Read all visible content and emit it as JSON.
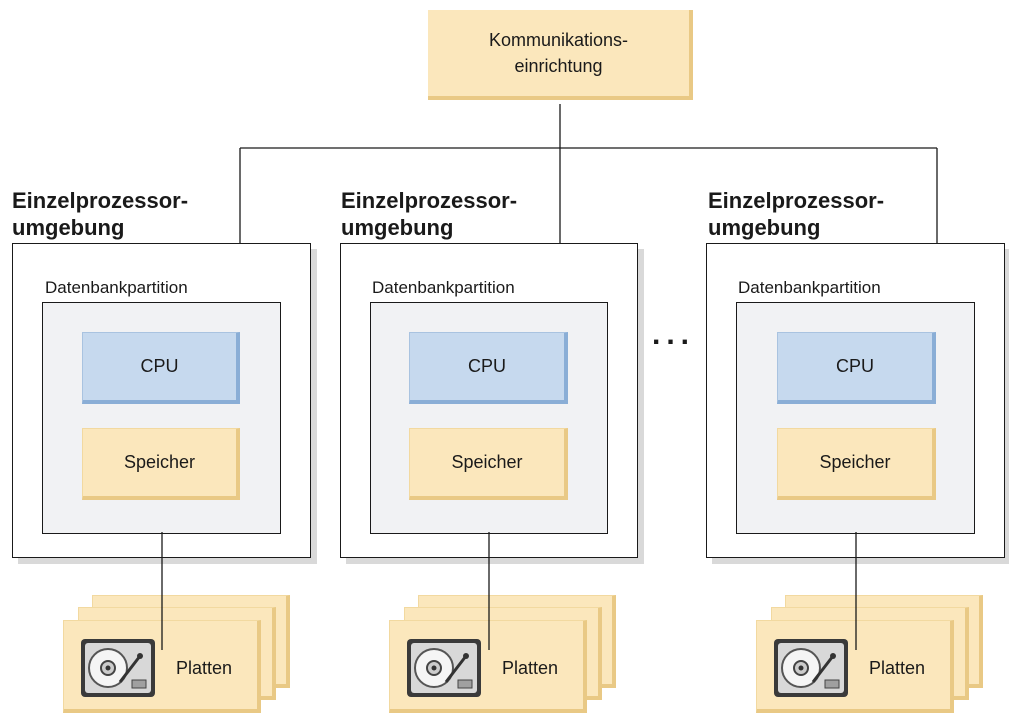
{
  "communication": {
    "line1": "Kommunikations-",
    "line2": "einrichtung"
  },
  "environments": [
    {
      "title_line1": "Einzelprozessor-",
      "title_line2": "umgebung",
      "partition_label": "Datenbankpartition",
      "cpu_label": "CPU",
      "memory_label": "Speicher",
      "disk_label": "Platten"
    },
    {
      "title_line1": "Einzelprozessor-",
      "title_line2": "umgebung",
      "partition_label": "Datenbankpartition",
      "cpu_label": "CPU",
      "memory_label": "Speicher",
      "disk_label": "Platten"
    },
    {
      "title_line1": "Einzelprozessor-",
      "title_line2": "umgebung",
      "partition_label": "Datenbankpartition",
      "cpu_label": "CPU",
      "memory_label": "Speicher",
      "disk_label": "Platten"
    }
  ],
  "ellipsis": "...",
  "icons": {
    "disk": "hard-disk-icon"
  },
  "colors": {
    "cpu": "#c6d9ee",
    "memory": "#fbe7bc",
    "partition": "#f1f2f4",
    "line": "#1a1a1a"
  }
}
